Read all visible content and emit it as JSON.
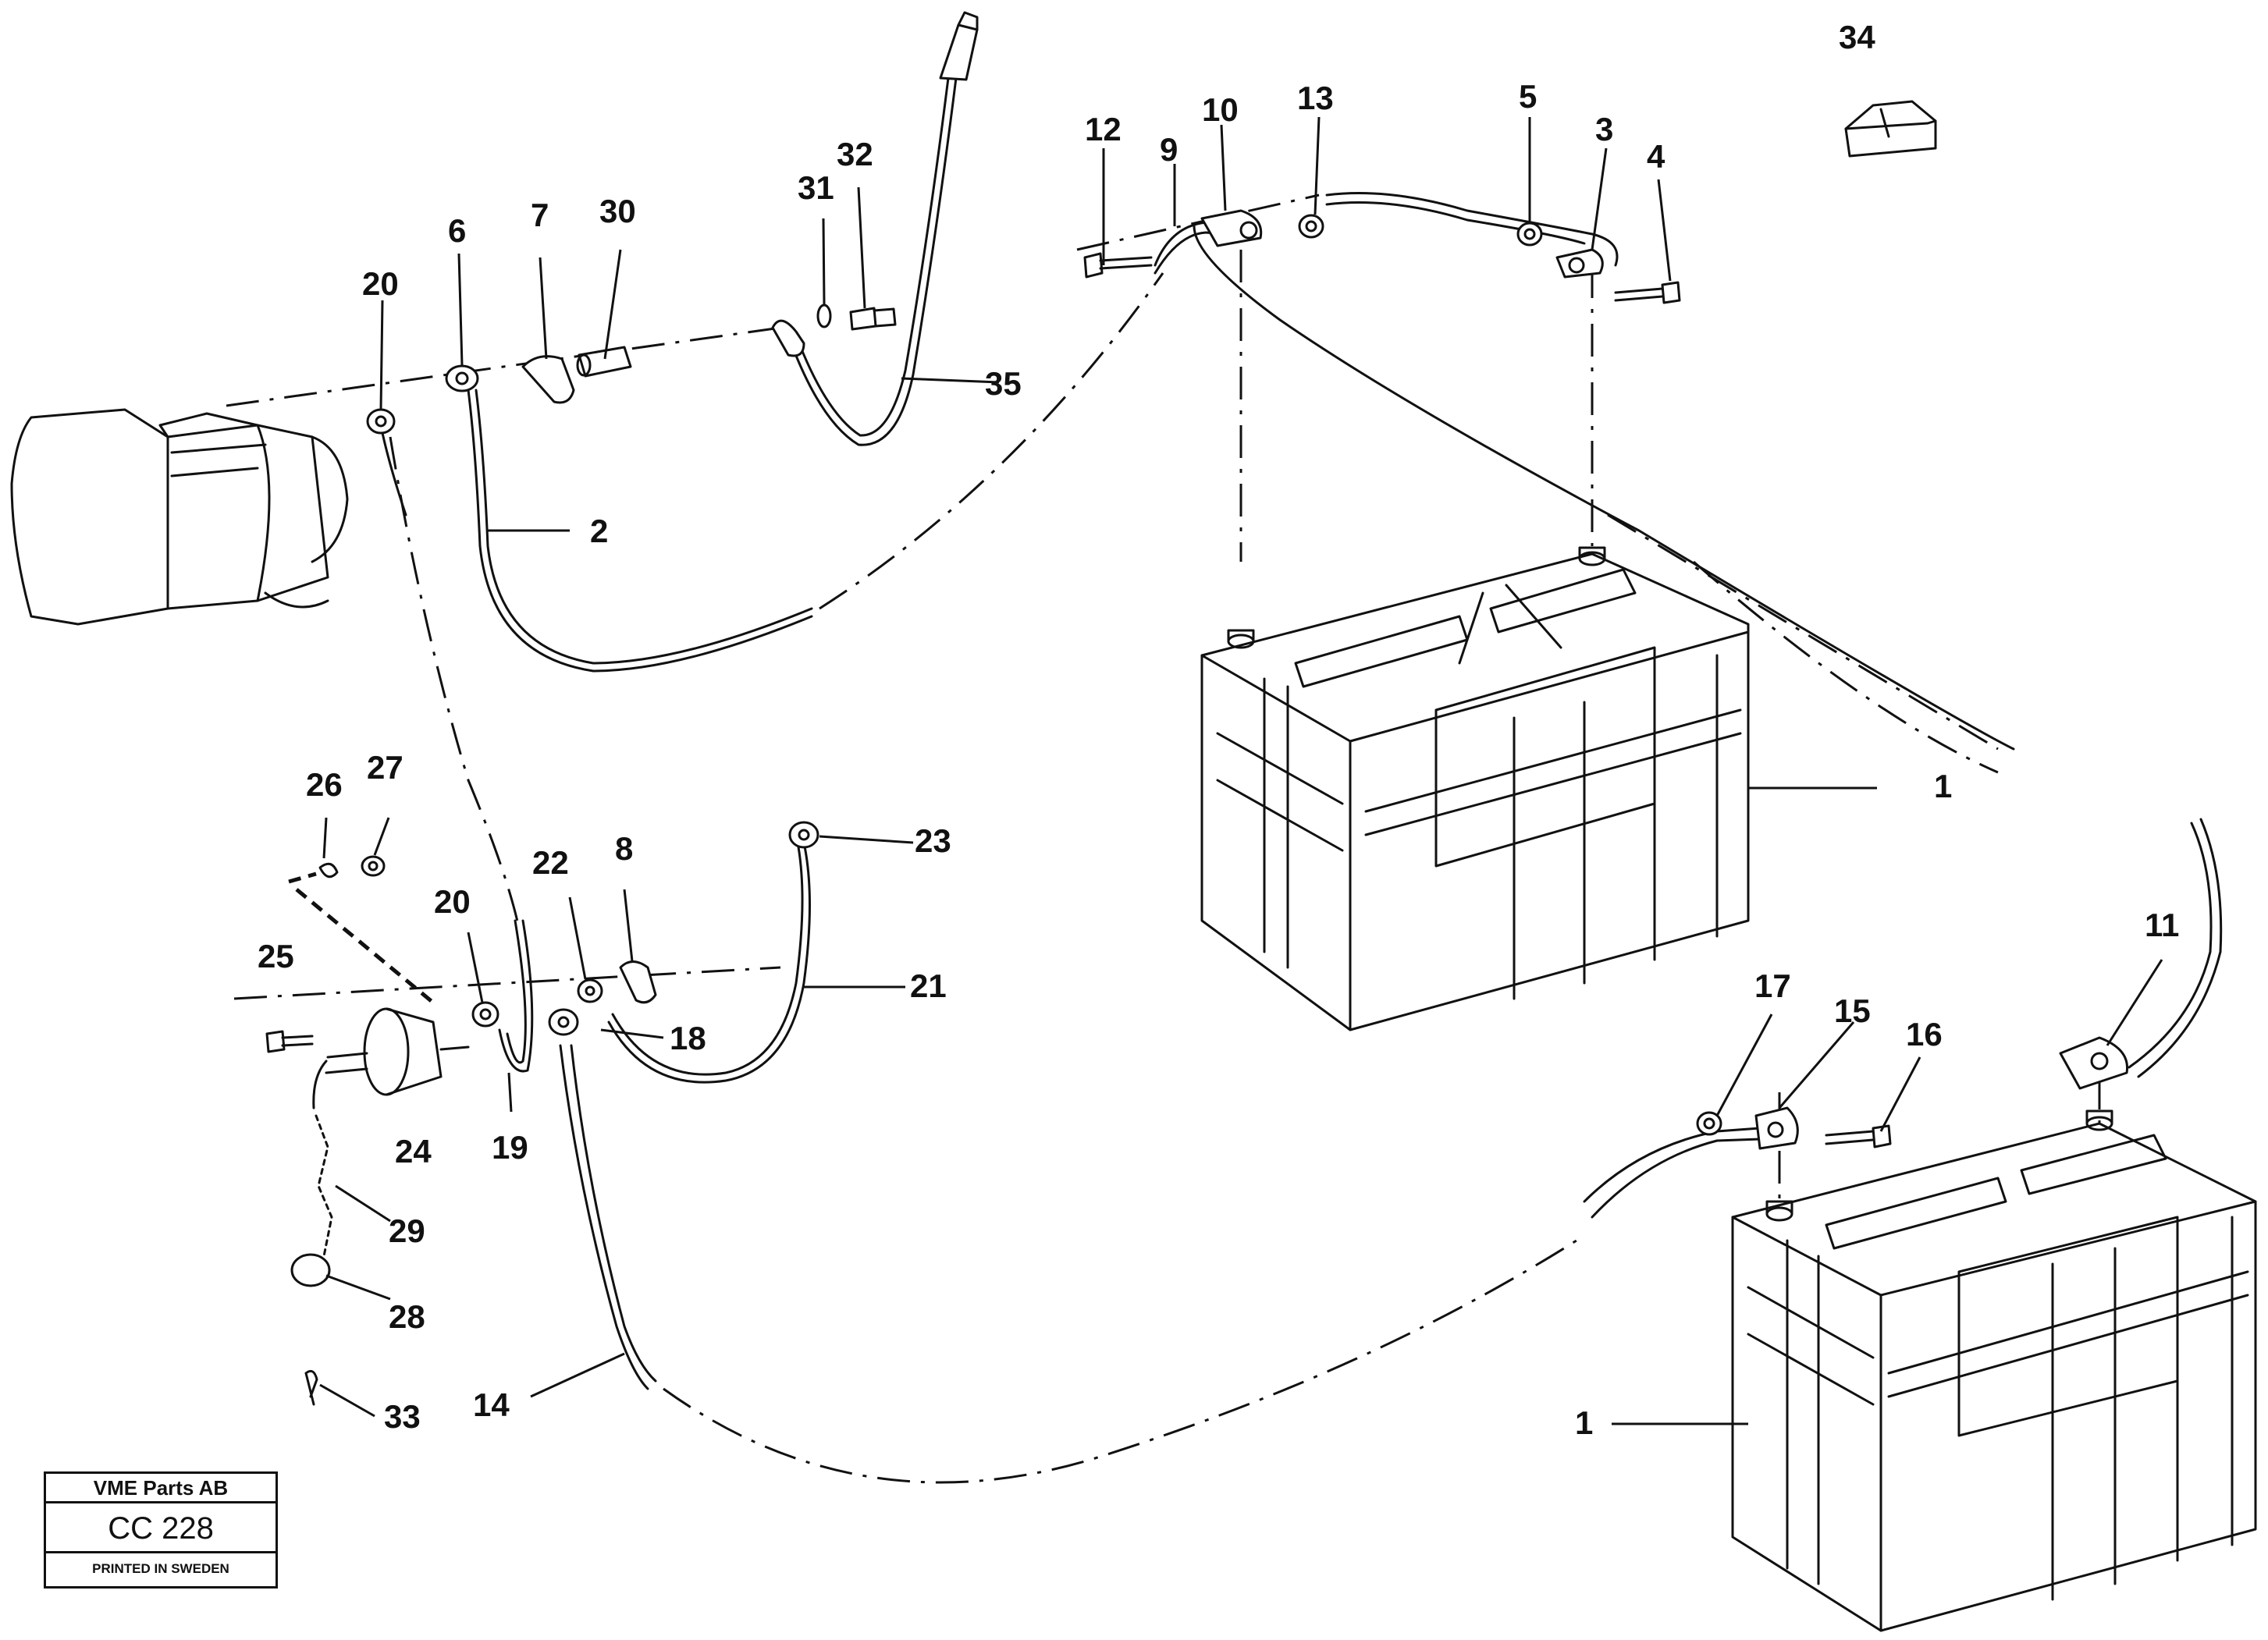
{
  "diagram": {
    "callouts": [
      {
        "id": "34",
        "text": "34"
      },
      {
        "id": "12",
        "text": "12"
      },
      {
        "id": "9",
        "text": "9"
      },
      {
        "id": "10",
        "text": "10"
      },
      {
        "id": "13",
        "text": "13"
      },
      {
        "id": "5",
        "text": "5"
      },
      {
        "id": "3",
        "text": "3"
      },
      {
        "id": "4",
        "text": "4"
      },
      {
        "id": "31",
        "text": "31"
      },
      {
        "id": "32",
        "text": "32"
      },
      {
        "id": "6",
        "text": "6"
      },
      {
        "id": "7",
        "text": "7"
      },
      {
        "id": "30",
        "text": "30"
      },
      {
        "id": "20a",
        "text": "20"
      },
      {
        "id": "35",
        "text": "35"
      },
      {
        "id": "2",
        "text": "2"
      },
      {
        "id": "1a",
        "text": "1"
      },
      {
        "id": "26",
        "text": "26"
      },
      {
        "id": "27",
        "text": "27"
      },
      {
        "id": "22",
        "text": "22"
      },
      {
        "id": "8",
        "text": "8"
      },
      {
        "id": "23",
        "text": "23"
      },
      {
        "id": "20b",
        "text": "20"
      },
      {
        "id": "25",
        "text": "25"
      },
      {
        "id": "21",
        "text": "21"
      },
      {
        "id": "18",
        "text": "18"
      },
      {
        "id": "11",
        "text": "11"
      },
      {
        "id": "17",
        "text": "17"
      },
      {
        "id": "15",
        "text": "15"
      },
      {
        "id": "16",
        "text": "16"
      },
      {
        "id": "24",
        "text": "24"
      },
      {
        "id": "19",
        "text": "19"
      },
      {
        "id": "29",
        "text": "29"
      },
      {
        "id": "28",
        "text": "28"
      },
      {
        "id": "33",
        "text": "33"
      },
      {
        "id": "14",
        "text": "14"
      },
      {
        "id": "1b",
        "text": "1"
      }
    ]
  },
  "title_block": {
    "company": "VME Parts AB",
    "code": "CC 228",
    "printed": "PRINTED IN SWEDEN"
  }
}
